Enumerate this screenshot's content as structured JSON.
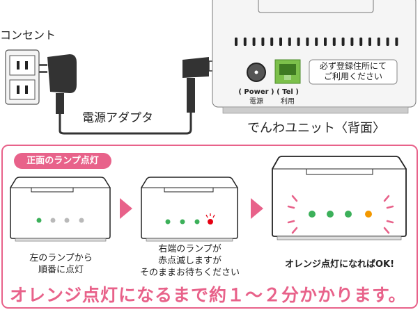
{
  "top": {
    "outlet_label": "コンセント",
    "adapter_label": "電源アダプタ",
    "unit_caption": "でんわユニット〈背面〉",
    "power_label": "( Power )",
    "power_sub": "電源",
    "tel_label": "( Tel )",
    "tel_sub": "利用",
    "note_line1": "必ず登録住所にて",
    "note_line2": "ご利用ください"
  },
  "panel": {
    "title": "正面のランプ点灯",
    "step1": {
      "line1": "左のランプから",
      "line2": "順番に点灯"
    },
    "step2": {
      "line1": "右端のランプが",
      "line2": "赤点滅しますが",
      "line3": "そのままお待ちください"
    },
    "step3": {
      "line1": "オレンジ点灯になればOK!"
    },
    "footer": "オレンジ点灯になるまで約１～２分かかります。"
  },
  "colors": {
    "accent": "#e8628a",
    "green": "#3cb05a",
    "gray": "#b9b9b9",
    "red": "#e60012",
    "orange": "#f39800",
    "tel_green": "#7cc04b"
  }
}
